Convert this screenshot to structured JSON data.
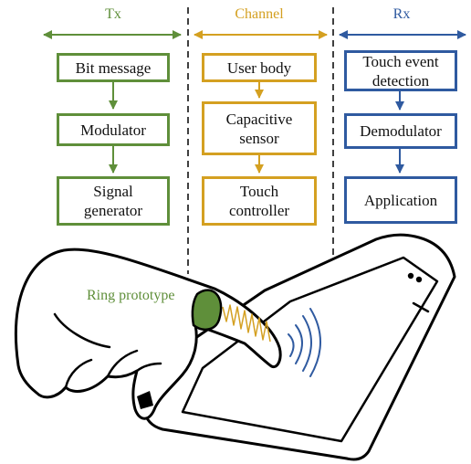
{
  "colors": {
    "tx": "#5f8f3a",
    "channel": "#d4a021",
    "rx": "#2f5aa0"
  },
  "headers": {
    "tx": "Tx",
    "channel": "Channel",
    "rx": "Rx"
  },
  "tx_boxes": [
    "Bit message",
    "Modulator",
    "Signal\ngenerator"
  ],
  "channel_boxes": [
    "User body",
    "Capacitive\nsensor",
    "Touch\ncontroller"
  ],
  "rx_boxes": [
    "Touch event\ndetection",
    "Demodulator",
    "Application"
  ],
  "ring_label": "Ring prototype",
  "icons": [
    "hand-icon",
    "phone-icon",
    "ring-icon",
    "signal-waves-icon"
  ]
}
